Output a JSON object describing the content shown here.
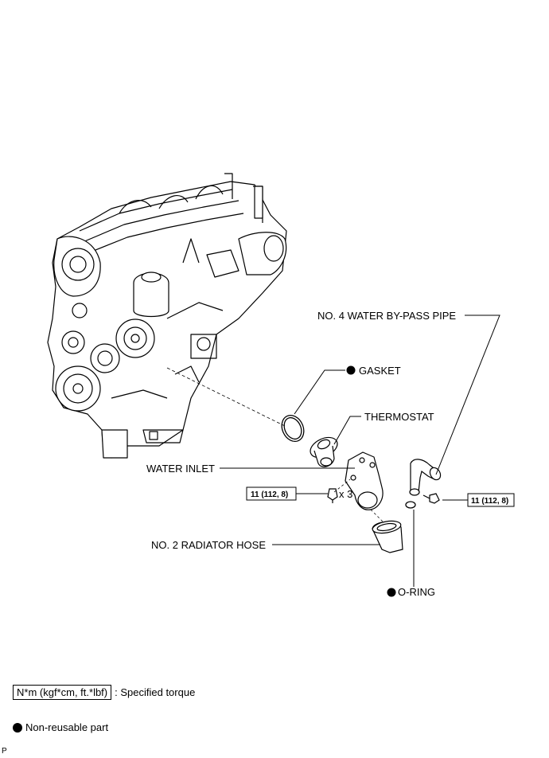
{
  "labels": {
    "bypass_pipe": "NO. 4 WATER BY-PASS PIPE",
    "gasket": "GASKET",
    "thermostat": "THERMOSTAT",
    "water_inlet": "WATER INLET",
    "radiator_hose": "NO. 2 RADIATOR HOSE",
    "oring": "O-RING",
    "bolt_count": "x 3"
  },
  "torque": {
    "left": "11 (112, 8)",
    "right": "11 (112, 8)"
  },
  "legend": {
    "torque_box": "N*m (kgf*cm, ft.*lbf)",
    "torque_text": ": Specified torque",
    "nonreusable_text": "Non-reusable part"
  },
  "footer": "P"
}
